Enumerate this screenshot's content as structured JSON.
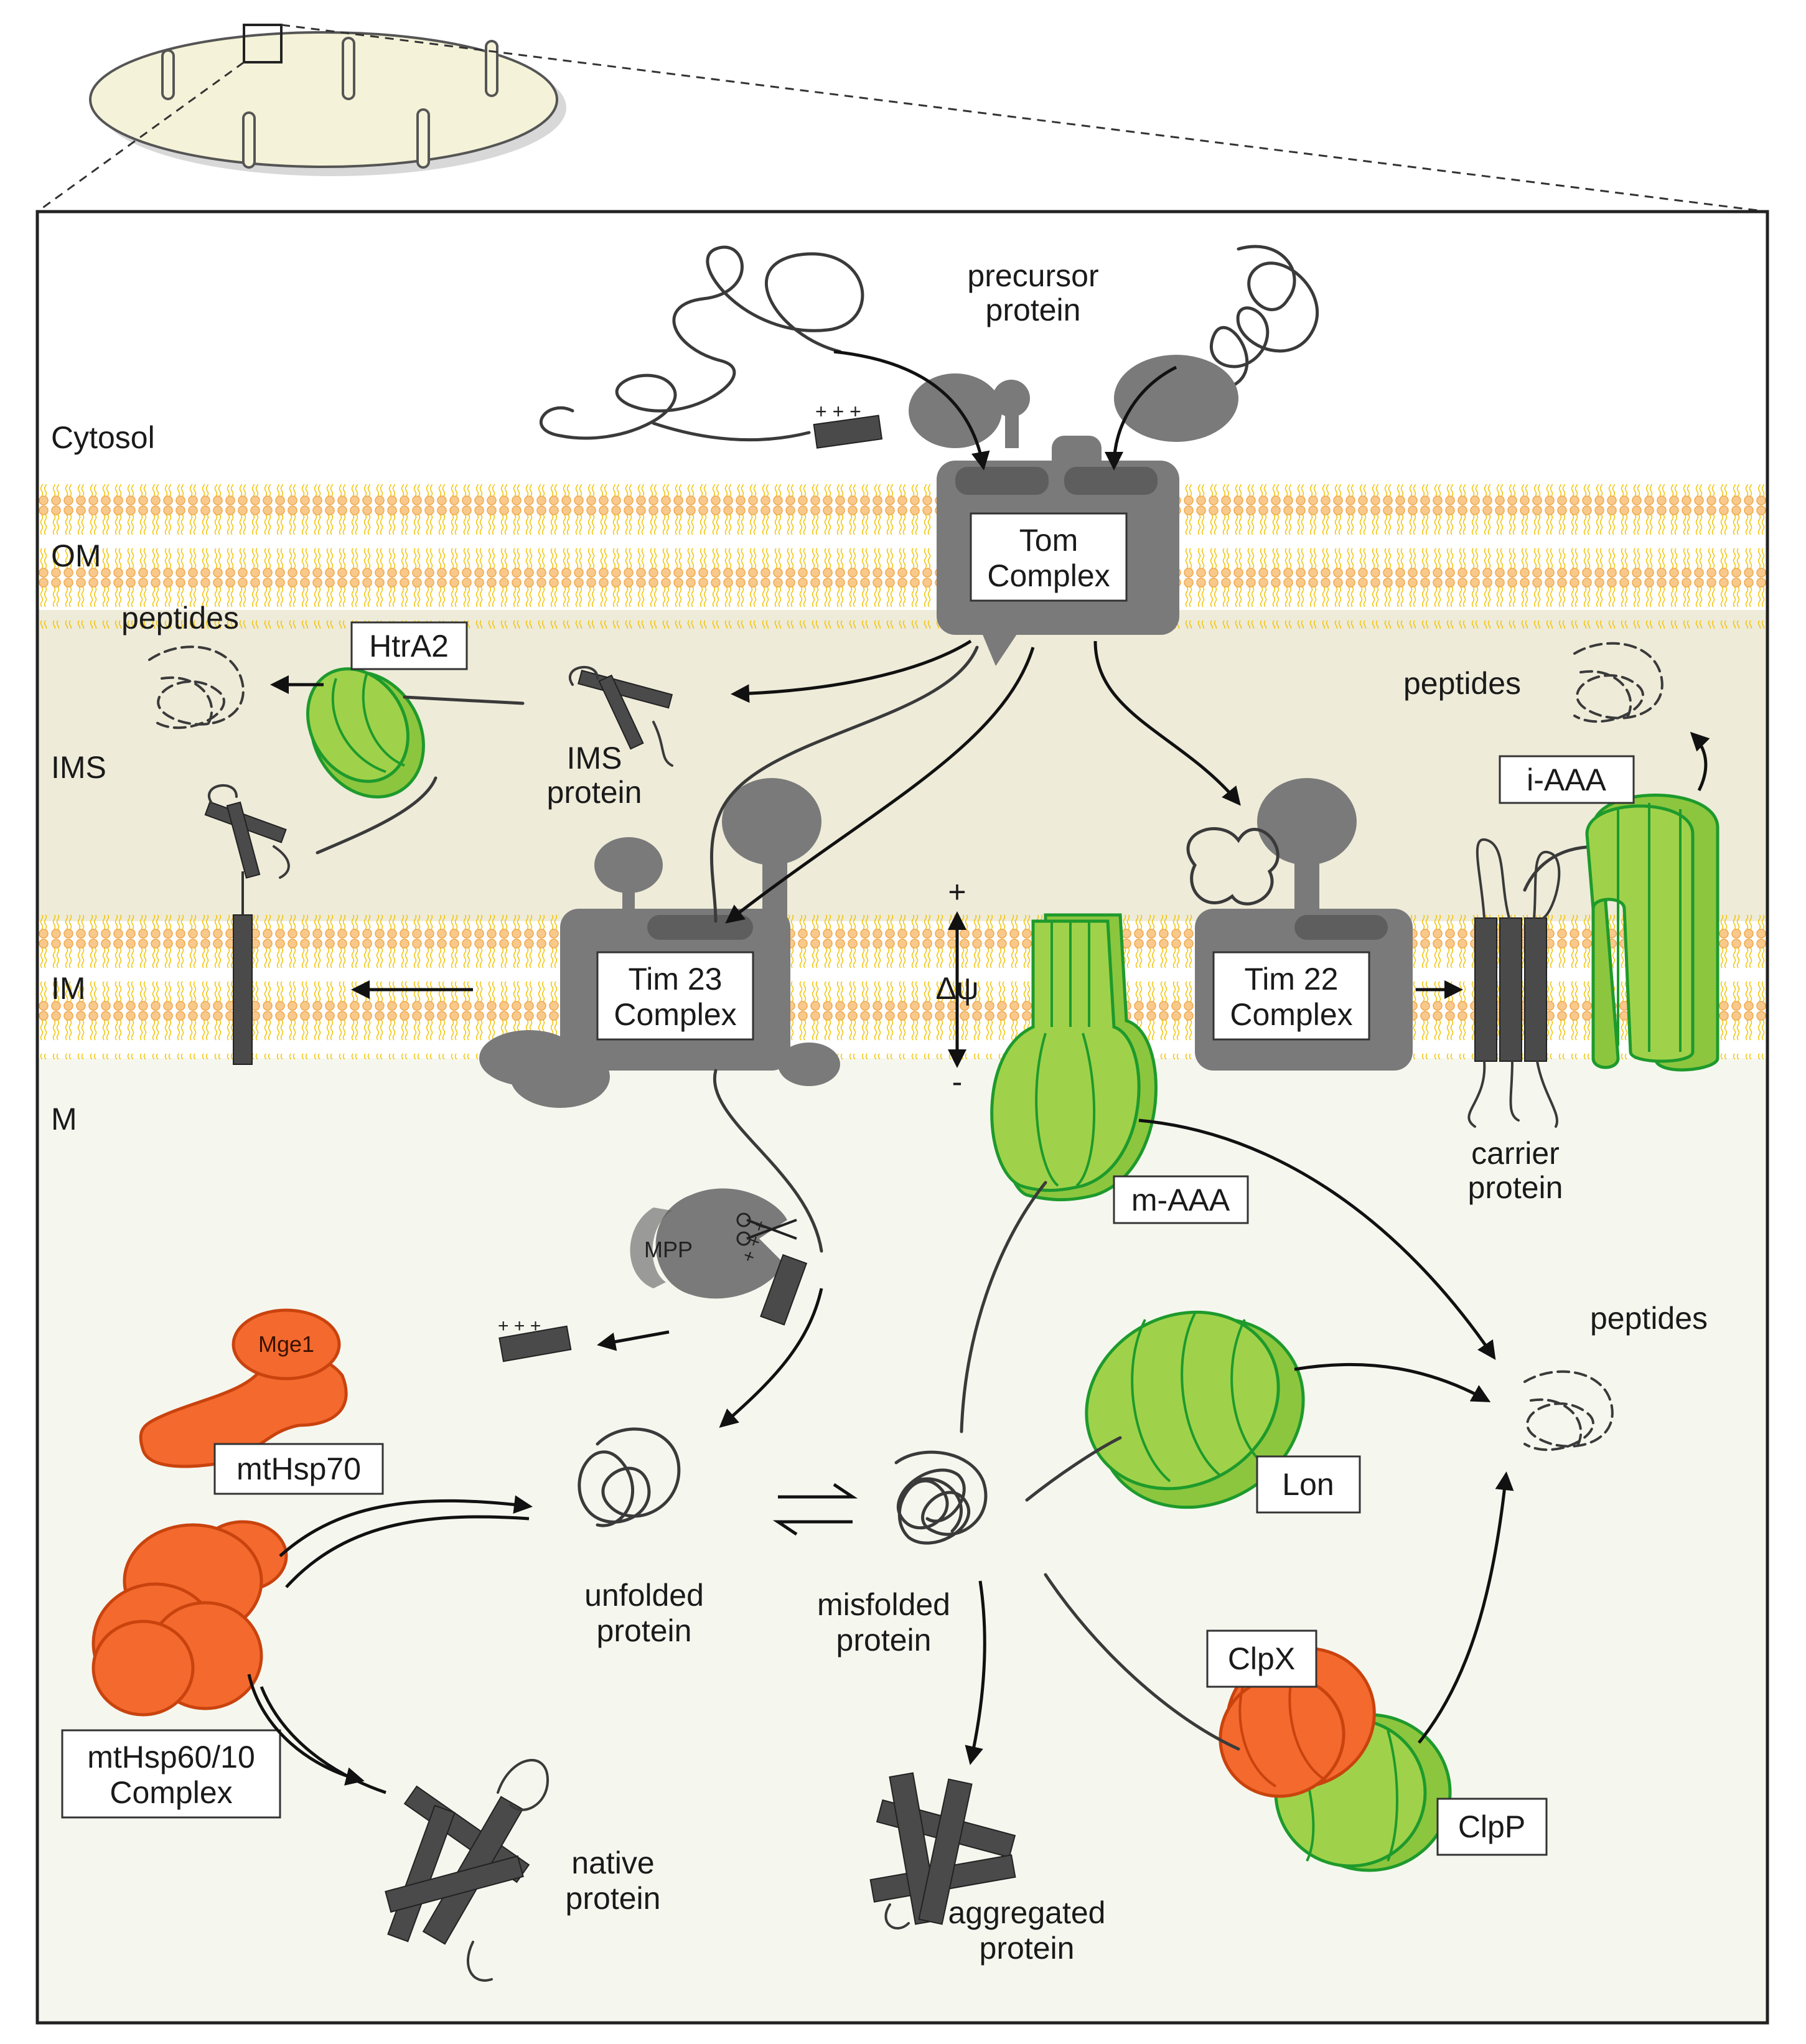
{
  "regions": {
    "cytosol": "Cytosol",
    "om": "OM",
    "ims": "IMS",
    "im": "IM",
    "matrix": "M"
  },
  "labels": {
    "precursor": [
      "precursor",
      "protein"
    ],
    "peptides_ims_left": "peptides",
    "peptides_ims_right": "peptides",
    "peptides_matrix": "peptides",
    "ims_protein": [
      "IMS",
      "protein"
    ],
    "carrier_protein": [
      "carrier",
      "protein"
    ],
    "unfolded_protein": [
      "unfolded",
      "protein"
    ],
    "misfolded_protein": [
      "misfolded",
      "protein"
    ],
    "native_protein": [
      "native",
      "protein"
    ],
    "aggregated_protein": [
      "aggregated",
      "protein"
    ],
    "mpp": "MPP",
    "mge1": "Mge1",
    "delta_psi": "Δψ",
    "plus": "+",
    "minus": "-",
    "charges": "+ + +"
  },
  "boxes": {
    "tom": [
      "Tom",
      "Complex"
    ],
    "tim23": [
      "Tim 23",
      "Complex"
    ],
    "tim22": [
      "Tim 22",
      "Complex"
    ],
    "htra2": "HtrA2",
    "iaaa": "i-AAA",
    "maaa": "m-AAA",
    "lon": "Lon",
    "clpx": "ClpX",
    "clpp": "ClpP",
    "mthsp70": "mtHsp70",
    "mthsp60": [
      "mtHsp60/10",
      "Complex"
    ]
  },
  "colors": {
    "membrane_heads": "#f9c98c",
    "membrane_tails": "#f2c200",
    "ims_fill": "#eeebd9",
    "matrix_fill": "#f5f7ef",
    "protease_green": "#9fd24a",
    "chaperone_orange": "#f4692d",
    "complex_gray": "#7a7a7a"
  }
}
